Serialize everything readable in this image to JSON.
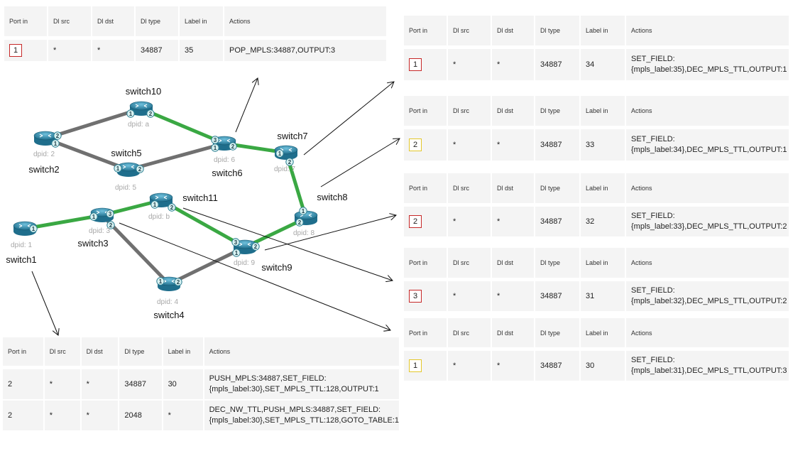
{
  "colors": {
    "primary_link": "#3aa843",
    "secondary_link": "#707070",
    "port_red": "#c62828",
    "port_yellow": "#e3c72a",
    "router_fill": "#3b8fb0",
    "port_circle": "#d9f2f2"
  },
  "headers": [
    "Port in",
    "Dl src",
    "Dl dst",
    "Dl type",
    "Label in",
    "Actions"
  ],
  "switches": [
    {
      "id": "s1",
      "name": "switch1",
      "dpid": "dpid: 1",
      "ports": [
        "1"
      ]
    },
    {
      "id": "s2",
      "name": "switch2",
      "dpid": "dpid: 2",
      "ports": [
        "2",
        "1"
      ]
    },
    {
      "id": "s3",
      "name": "switch3",
      "dpid": "dpid: 3",
      "ports": [
        "3",
        "1",
        "2"
      ]
    },
    {
      "id": "s4",
      "name": "switch4",
      "dpid": "dpid: 4",
      "ports": [
        "1",
        "2"
      ]
    },
    {
      "id": "s5",
      "name": "switch5",
      "dpid": "dpid: 5",
      "ports": [
        "1",
        "2"
      ]
    },
    {
      "id": "s6",
      "name": "switch6",
      "dpid": "dpid: 6",
      "ports": [
        "3",
        "1",
        "2"
      ]
    },
    {
      "id": "s7",
      "name": "switch7",
      "dpid": "dpid: 7",
      "ports": [
        "1",
        "2"
      ]
    },
    {
      "id": "s8",
      "name": "switch8",
      "dpid": "dpid: 8",
      "ports": [
        "1",
        "2"
      ]
    },
    {
      "id": "s9",
      "name": "switch9",
      "dpid": "dpid: 9",
      "ports": [
        "3",
        "1",
        "2"
      ]
    },
    {
      "id": "s10",
      "name": "switch10",
      "dpid": "dpid: a",
      "ports": [
        "1",
        "2"
      ]
    },
    {
      "id": "s11",
      "name": "switch11",
      "dpid": "dpid: b",
      "ports": [
        "1",
        "2"
      ]
    }
  ],
  "tables": [
    {
      "id": "t1",
      "rows": [
        {
          "port": "1",
          "port_color": "red",
          "dl_src": "*",
          "dl_dst": "*",
          "dl_type": "34887",
          "label_in": "35",
          "actions": "POP_MPLS:34887,OUTPUT:3"
        }
      ]
    },
    {
      "id": "t2",
      "rows": [
        {
          "port": "1",
          "port_color": "red",
          "dl_src": "*",
          "dl_dst": "*",
          "dl_type": "34887",
          "label_in": "34",
          "actions": "SET_FIELD:\n{mpls_label:35},DEC_MPLS_TTL,OUTPUT:1"
        }
      ]
    },
    {
      "id": "t3",
      "rows": [
        {
          "port": "2",
          "port_color": "yellow",
          "dl_src": "*",
          "dl_dst": "*",
          "dl_type": "34887",
          "label_in": "33",
          "actions": "SET_FIELD:\n{mpls_label:34},DEC_MPLS_TTL,OUTPUT:1"
        }
      ]
    },
    {
      "id": "t4",
      "rows": [
        {
          "port": "2",
          "port_color": "red",
          "dl_src": "*",
          "dl_dst": "*",
          "dl_type": "34887",
          "label_in": "32",
          "actions": "SET_FIELD:\n{mpls_label:33},DEC_MPLS_TTL,OUTPUT:2"
        }
      ]
    },
    {
      "id": "t5",
      "rows": [
        {
          "port": "3",
          "port_color": "red",
          "dl_src": "*",
          "dl_dst": "*",
          "dl_type": "34887",
          "label_in": "31",
          "actions": "SET_FIELD:\n{mpls_label:32},DEC_MPLS_TTL,OUTPUT:2"
        }
      ]
    },
    {
      "id": "t6",
      "rows": [
        {
          "port": "1",
          "port_color": "yellow",
          "dl_src": "*",
          "dl_dst": "*",
          "dl_type": "34887",
          "label_in": "30",
          "actions": "SET_FIELD:\n{mpls_label:31},DEC_MPLS_TTL,OUTPUT:3"
        }
      ]
    },
    {
      "id": "t7",
      "rows": [
        {
          "port": "2",
          "port_color": "none",
          "dl_src": "*",
          "dl_dst": "*",
          "dl_type": "34887",
          "label_in": "30",
          "actions": "PUSH_MPLS:34887,SET_FIELD:\n{mpls_label:30},SET_MPLS_TTL:128,OUTPUT:1"
        },
        {
          "port": "2",
          "port_color": "none",
          "dl_src": "*",
          "dl_dst": "*",
          "dl_type": "2048",
          "label_in": "*",
          "actions": "DEC_NW_TTL,PUSH_MPLS:34887,SET_FIELD:\n{mpls_label:30},SET_MPLS_TTL:128,GOTO_TABLE:1"
        }
      ]
    }
  ]
}
